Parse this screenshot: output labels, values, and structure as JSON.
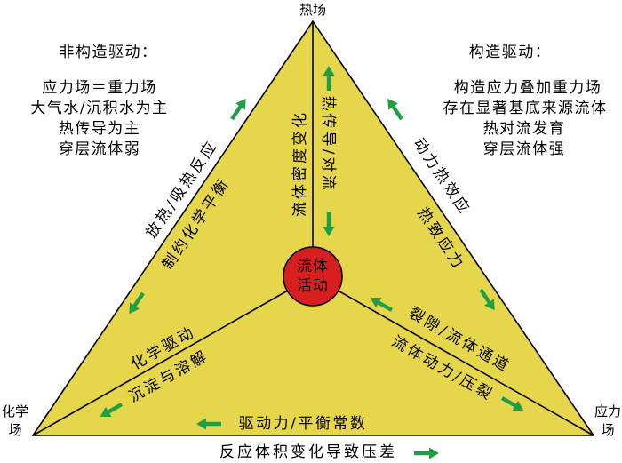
{
  "fields": {
    "heat": "热场",
    "chemical": [
      "化学",
      "场"
    ],
    "stress": [
      "应力",
      "场"
    ]
  },
  "center": {
    "line1": "流体",
    "line2": "活动"
  },
  "non_tectonic": {
    "heading": "非构造驱动：",
    "lines": [
      "应力场＝重力场",
      "大气水/沉积水为主",
      "热传导为主",
      "穿层流体弱"
    ]
  },
  "tectonic": {
    "heading": "构造驱动：",
    "lines": [
      "构造应力叠加重力场",
      "存在显著基底来源流体",
      "热对流发育",
      "穿层流体强"
    ]
  },
  "links": {
    "heat_fluid": {
      "left": "流体密度变化",
      "right": "热传导/对流"
    },
    "heat_chemical": {
      "outer": "放热/吸热反应",
      "inner": "制约化学平衡"
    },
    "heat_stress": {
      "outer": "动力热效应",
      "inner": "热致应力"
    },
    "chemical_fluid": {
      "upper": "化学驱动",
      "lower": "沉淀与溶解"
    },
    "stress_fluid": {
      "upper": "裂隙/流体通道",
      "lower": "流体动力/压裂"
    },
    "chemical_stress": {
      "inner": "驱动力/平衡常数",
      "outer": "反应体积变化导致压差"
    }
  },
  "colors": {
    "triangle_fill": "#e6d64c",
    "circle_fill": "#d81f1f",
    "circle_text": "#f6e76a",
    "arrow": "#1f9e46"
  }
}
